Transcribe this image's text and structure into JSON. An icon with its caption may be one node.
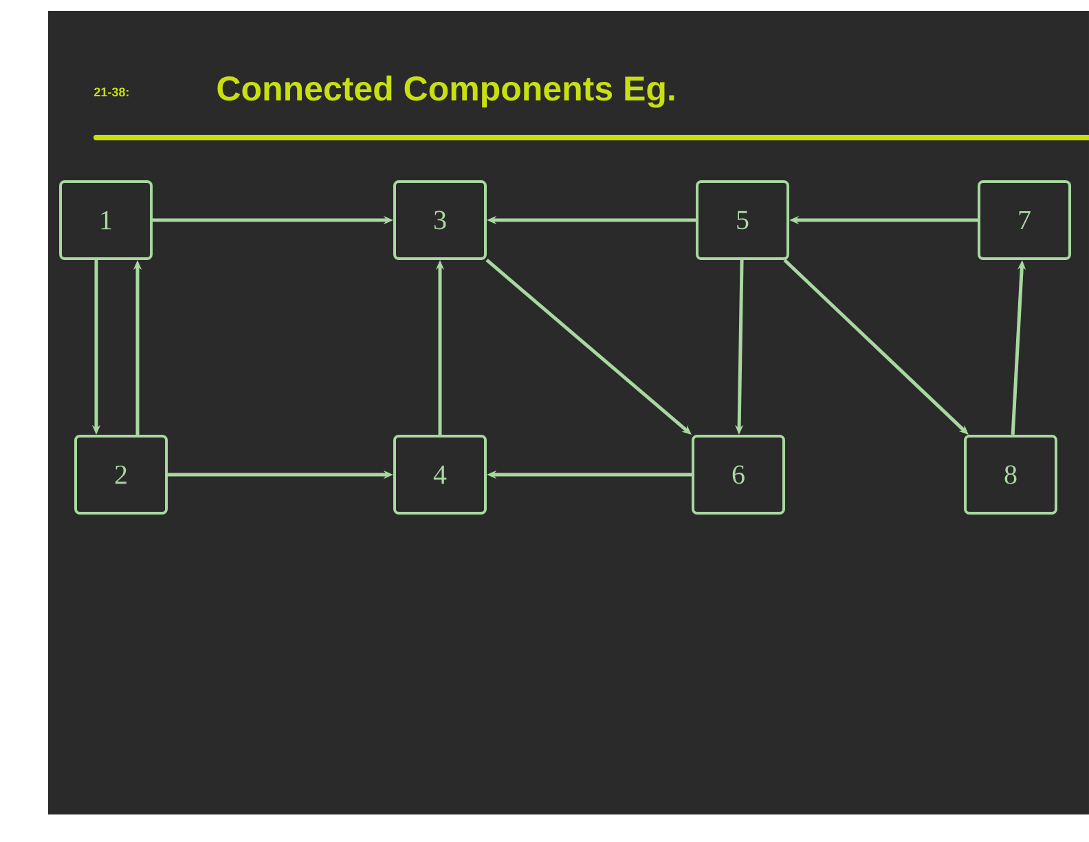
{
  "diagram": {
    "title": "Connected Components Eg.",
    "nodes": [
      {
        "text": [
          "1"
        ]
      },
      {
        "text": [
          "2"
        ]
      },
      {
        "text": [
          "3"
        ]
      },
      {
        "text": [
          "4"
        ]
      },
      {
        "text": [
          "5"
        ]
      },
      {
        "text": [
          "6"
        ]
      },
      {
        "text": [
          "7"
        ]
      },
      {
        "text": [
          "8"
        ]
      }
    ],
    "edges": [
      {
        "from": 0,
        "to": 2,
        "arrow": "to"
      },
      {
        "from": 0,
        "to": 1,
        "arrow": "to"
      },
      {
        "from": 1,
        "to": 0,
        "arrow": "to"
      },
      {
        "from": 1,
        "to": 3,
        "arrow": "to"
      },
      {
        "from": 3,
        "to": 2,
        "arrow": "to"
      },
      {
        "from": 4,
        "to": 2,
        "arrow": "to"
      },
      {
        "from": 2,
        "to": 5,
        "arrow": "to"
      },
      {
        "from": 5,
        "to": 3,
        "arrow": "to"
      },
      {
        "from": 4,
        "to": 5,
        "arrow": "to"
      },
      {
        "from": 6,
        "to": 4,
        "arrow": "to"
      },
      {
        "from": 4,
        "to": 7,
        "arrow": "to"
      },
      {
        "from": 7,
        "to": 6,
        "arrow": "to"
      }
    ],
    "labels": [
      "21-38:"
    ]
  }
}
